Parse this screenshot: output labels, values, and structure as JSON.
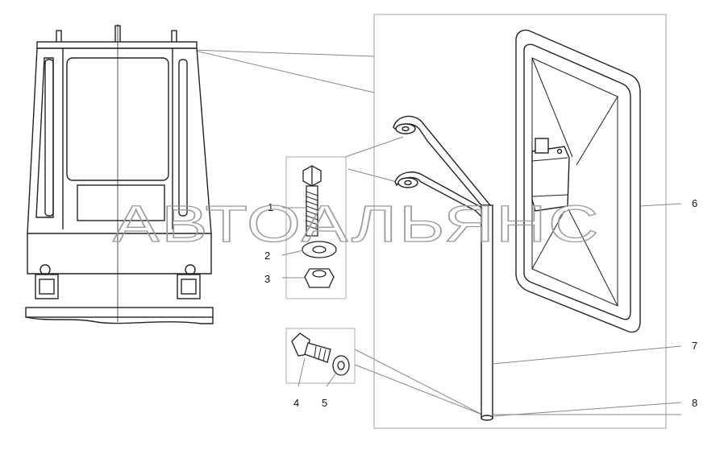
{
  "watermark": "АВТОАЛЬЯНС",
  "callouts": [
    {
      "id": "1",
      "text": "1"
    },
    {
      "id": "2",
      "text": "2"
    },
    {
      "id": "3",
      "text": "3"
    },
    {
      "id": "4",
      "text": "4"
    },
    {
      "id": "5",
      "text": "5"
    },
    {
      "id": "6",
      "text": "6"
    },
    {
      "id": "7",
      "text": "7"
    },
    {
      "id": "8",
      "text": "8"
    }
  ],
  "colors": {
    "line": "#222222",
    "leader": "#777777",
    "frame": "#999999",
    "watermark": "#9a9a9a"
  }
}
